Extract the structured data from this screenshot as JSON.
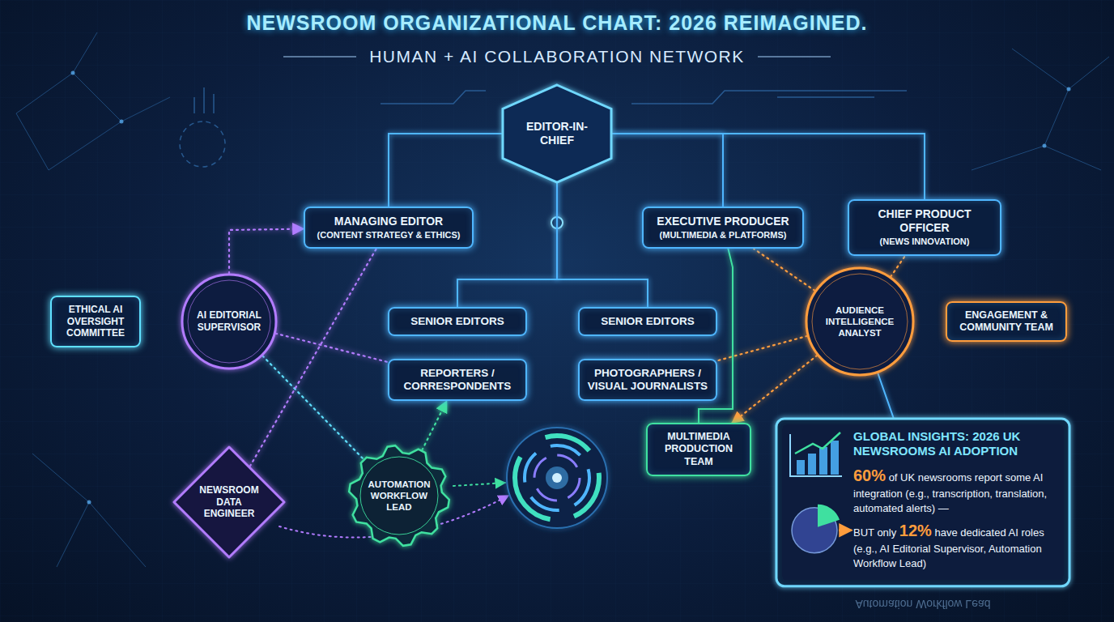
{
  "diagram": {
    "title": "NEWSROOM ORGANIZATIONAL CHART: 2026 REIMAGINED.",
    "nodes": [
      {
        "text": [
          "EDITOR-IN-CHIEF"
        ]
      },
      {
        "text": [
          "MANAGING EDITOR",
          "(CONTENT STRATEGY & ETHICS)"
        ]
      },
      {
        "text": [
          "EXECUTIVE PRODUCER",
          "(MULTIMEDIA & PLATFORMS)"
        ]
      },
      {
        "text": [
          "CHIEF PRODUCT OFFICER",
          "(NEWS INNOVATION)"
        ]
      },
      {
        "text": [
          "ETHICAL AI OVERSIGHT COMMITTEE"
        ]
      },
      {
        "text": [
          "AI EDITORIAL SUPERVISOR"
        ]
      },
      {
        "text": [
          "SENIOR EDITORS"
        ]
      },
      {
        "text": [
          "SENIOR EDITORS"
        ]
      },
      {
        "text": [
          "AUDIENCE INTELLIGENCE ANALYST"
        ]
      },
      {
        "text": [
          "ENGAGEMENT & COMMUNITY TEAM"
        ]
      },
      {
        "text": [
          "REPORTERS / CORRESPONDENTS"
        ]
      },
      {
        "text": [
          "PHOTOGRAPHERS / VISUAL JOURNALISTS"
        ]
      },
      {
        "text": [
          "NEWSROOM DATA ENGINEER"
        ]
      },
      {
        "text": [
          "AUTOMATION WORKFLOW LEAD"
        ]
      },
      {
        "text": [
          "MULTIMEDIA PRODUCTION TEAM"
        ]
      },
      {
        "text": [
          "GLOBAL INSIGHTS: 2026 UK NEWSROOMS AI ADOPTION",
          "60% of UK newsrooms report some AI integration (e.g., transcription, translation, automated alerts) —",
          "BUT only 12% have dedicated AI roles (e.g., AI Editorial Supervisor, Automation Workflow Lead)"
        ]
      }
    ],
    "edges": [
      {
        "from": 0,
        "to": 1,
        "arrow": "none"
      },
      {
        "from": 0,
        "to": 2,
        "arrow": "none"
      },
      {
        "from": 0,
        "to": 3,
        "arrow": "none"
      },
      {
        "from": 0,
        "to": 6,
        "arrow": "none"
      },
      {
        "from": 0,
        "to": 7,
        "arrow": "none"
      },
      {
        "from": 4,
        "to": 5,
        "arrow": "none"
      },
      {
        "from": 5,
        "to": 1,
        "arrow": "to"
      },
      {
        "from": 5,
        "to": 6,
        "arrow": "none"
      },
      {
        "from": 5,
        "to": 10,
        "arrow": "none"
      },
      {
        "from": 5,
        "to": 12,
        "arrow": "none"
      },
      {
        "from": 5,
        "to": 13,
        "arrow": "none"
      },
      {
        "from": 12,
        "to": 1,
        "arrow": "none"
      },
      {
        "from": 13,
        "to": 10,
        "arrow": "to"
      },
      {
        "from": 8,
        "to": 2,
        "arrow": "none"
      },
      {
        "from": 8,
        "to": 3,
        "arrow": "none"
      },
      {
        "from": 8,
        "to": 7,
        "arrow": "to"
      },
      {
        "from": 8,
        "to": 9,
        "arrow": "to"
      },
      {
        "from": 8,
        "to": 11,
        "arrow": "none"
      },
      {
        "from": 8,
        "to": 14,
        "arrow": "to"
      },
      {
        "from": 2,
        "to": 14,
        "arrow": "none"
      },
      {
        "from": 15,
        "to": 8,
        "arrow": "none"
      }
    ],
    "labels": [
      "HUMAN + AI COLLABORATION NETWORK",
      "Automation Workflow Lead"
    ]
  }
}
